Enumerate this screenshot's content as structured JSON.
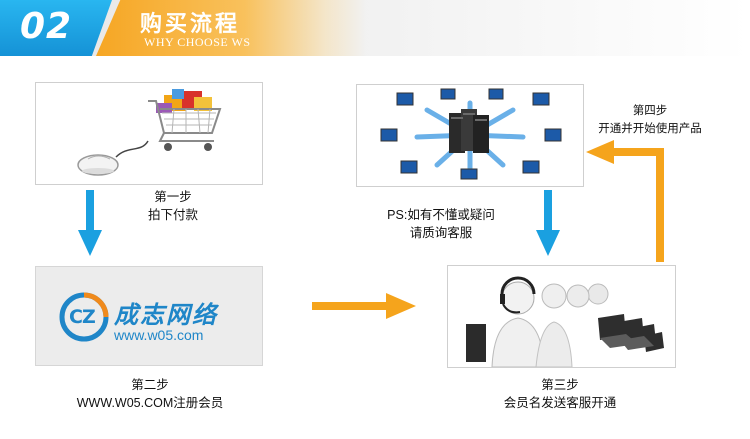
{
  "header": {
    "number": "02",
    "title": "购买流程",
    "subtitle": "WHY CHOOSE WS"
  },
  "logo": {
    "mark": "CZ",
    "name": "成志网络",
    "url": "www.w05.com"
  },
  "steps": [
    {
      "title": "第一步",
      "desc": "拍下付款"
    },
    {
      "title": "第二步",
      "desc": "WWW.W05.COM注册会员"
    },
    {
      "title": "第三步",
      "desc": "会员名发送客服开通"
    },
    {
      "title": "第四步",
      "desc": "开通并开始使用产品"
    }
  ],
  "note": {
    "line1": "PS:如有不懂或疑问",
    "line2": "请质询客服"
  },
  "colors": {
    "accent_blue": "#1aa0e0",
    "accent_orange": "#f5a41c",
    "logo_blue": "#1f86c8",
    "logo_orange": "#f08a1c"
  },
  "icons": {
    "cart": "shopping-cart-icon",
    "mouse": "computer-mouse-icon",
    "network": "server-network-icon",
    "support": "customer-service-headset-icon"
  }
}
